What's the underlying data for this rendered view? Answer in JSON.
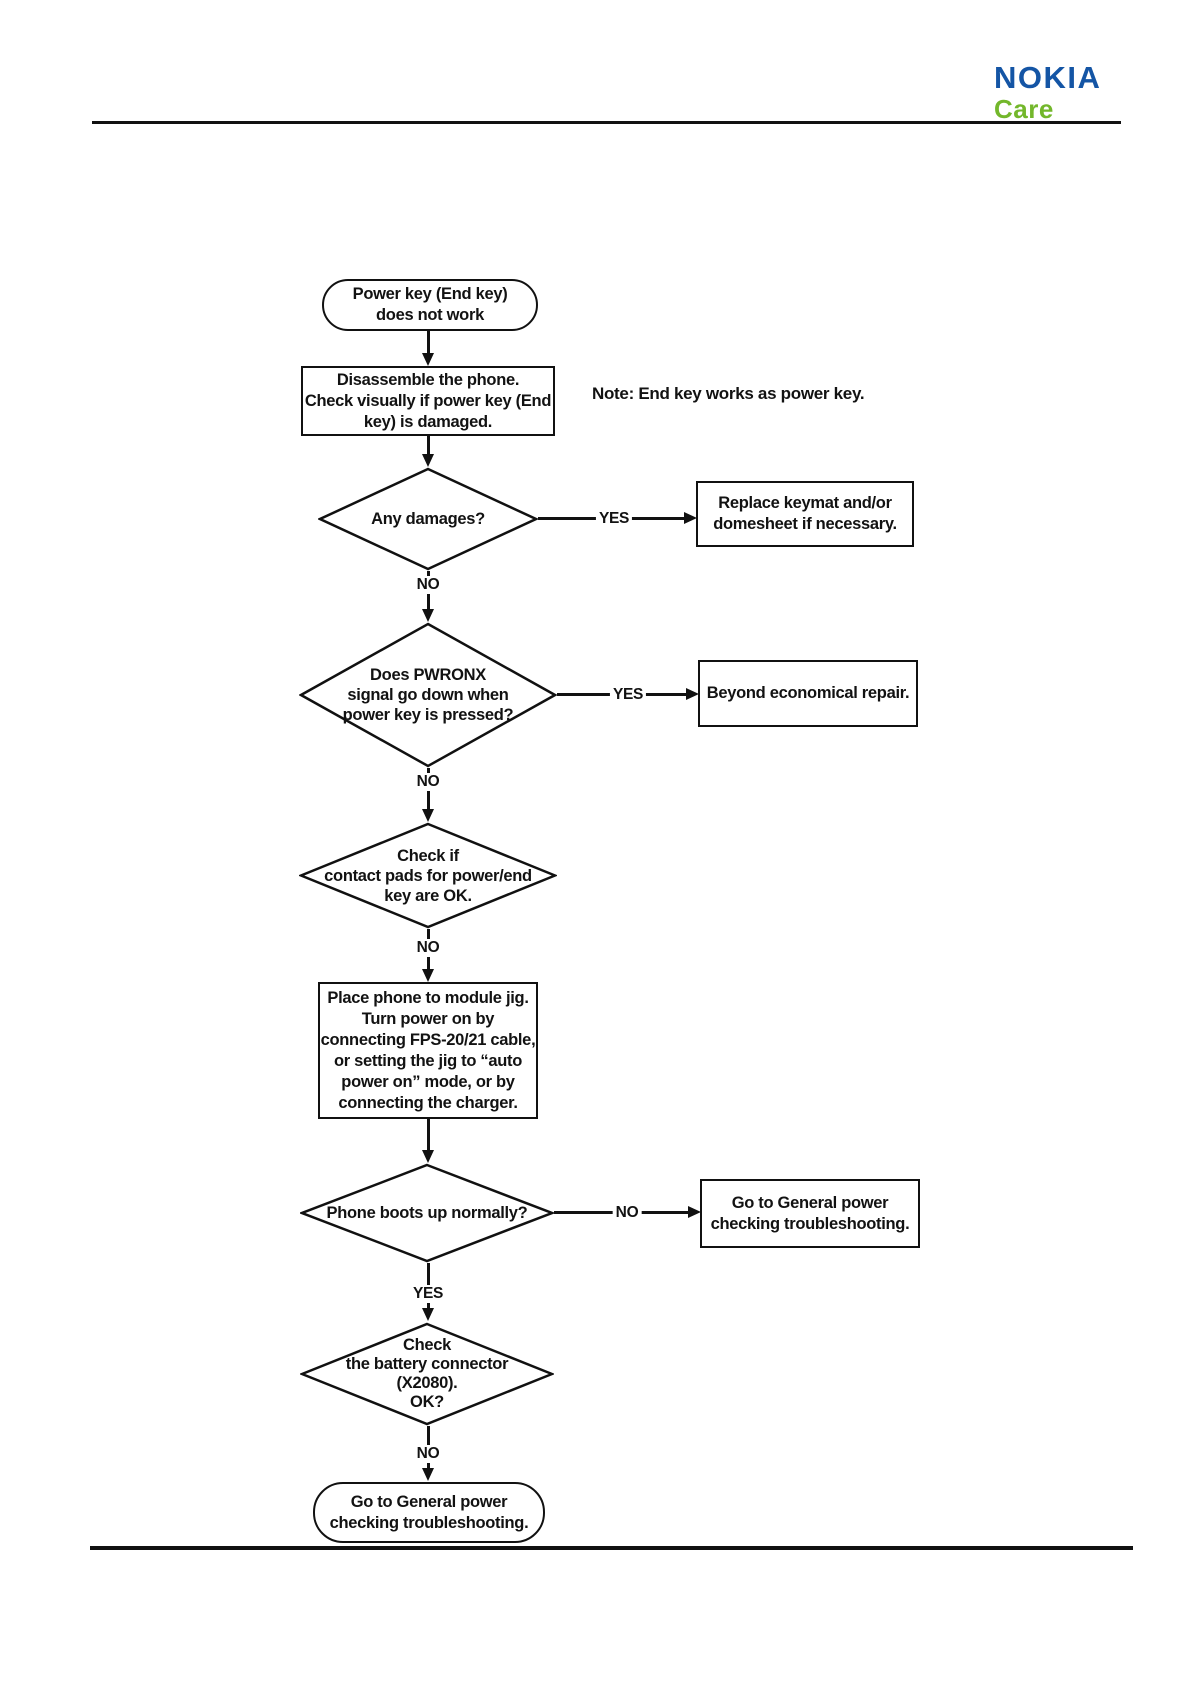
{
  "header": {
    "logo_brand": "NOKIA",
    "logo_sub": "Care",
    "brand_color": "#1455a5",
    "sub_color": "#73b72b"
  },
  "note": "Note: End key works as power key.",
  "labels": {
    "yes": "YES",
    "no": "NO"
  },
  "nodes": {
    "start": "Power key (End key)\ndoes not work",
    "disassemble": "Disassemble the phone.\nCheck visually if power key (End\nkey) is damaged.",
    "any_damages": "Any damages?",
    "replace_keymat": "Replace keymat and/or\ndomesheet if necessary.",
    "pwronx": "Does PWRONX\nsignal go down when\npower key is pressed?",
    "beyond_repair": "Beyond economical repair.",
    "contact_pads": "Check if\ncontact pads for power/end\nkey are OK.",
    "module_jig": "Place phone to module jig.\nTurn power on by\nconnecting FPS-20/21 cable,\nor setting the jig to “auto\npower on” mode, or by\nconnecting the charger.",
    "boots_up": "Phone boots up normally?",
    "general_power": "Go to General power\nchecking troubleshooting.",
    "battery_connector": "Check\nthe battery connector\n(X2080).\nOK?",
    "end": "Go to General power\nchecking troubleshooting."
  }
}
